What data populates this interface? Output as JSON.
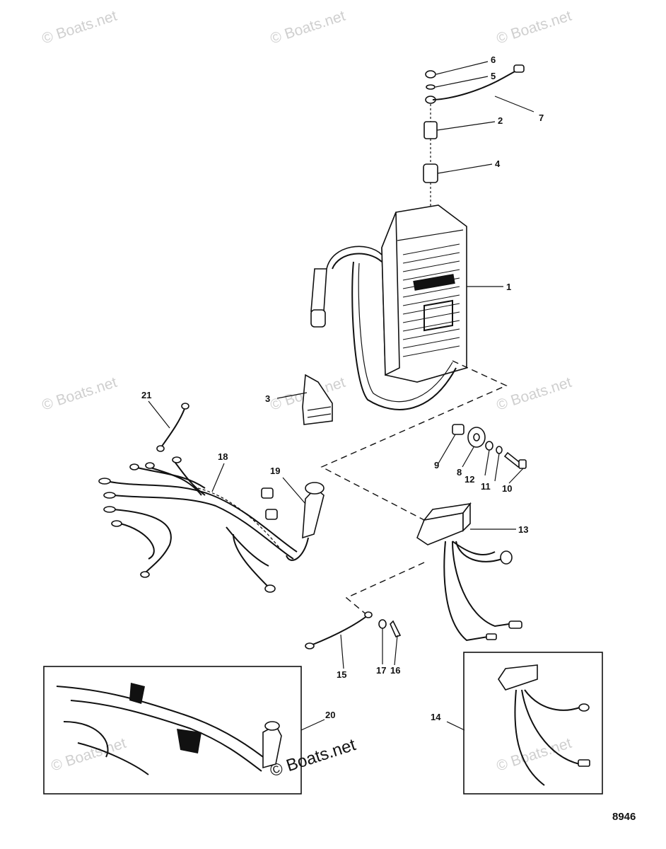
{
  "drawing_number": "8946",
  "watermark_text": "© Boats.net",
  "callouts": [
    {
      "id": "c1",
      "label": "1"
    },
    {
      "id": "c2",
      "label": "2"
    },
    {
      "id": "c3",
      "label": "3"
    },
    {
      "id": "c4",
      "label": "4"
    },
    {
      "id": "c5",
      "label": "5"
    },
    {
      "id": "c6",
      "label": "6"
    },
    {
      "id": "c7",
      "label": "7"
    },
    {
      "id": "c8",
      "label": "8"
    },
    {
      "id": "c9",
      "label": "9"
    },
    {
      "id": "c10",
      "label": "10"
    },
    {
      "id": "c11",
      "label": "11"
    },
    {
      "id": "c12",
      "label": "12"
    },
    {
      "id": "c13",
      "label": "13"
    },
    {
      "id": "c14",
      "label": "14"
    },
    {
      "id": "c15",
      "label": "15"
    },
    {
      "id": "c16",
      "label": "16"
    },
    {
      "id": "c17",
      "label": "17"
    },
    {
      "id": "c18",
      "label": "18"
    },
    {
      "id": "c19",
      "label": "19"
    },
    {
      "id": "c20",
      "label": "20"
    },
    {
      "id": "c21",
      "label": "21"
    }
  ]
}
